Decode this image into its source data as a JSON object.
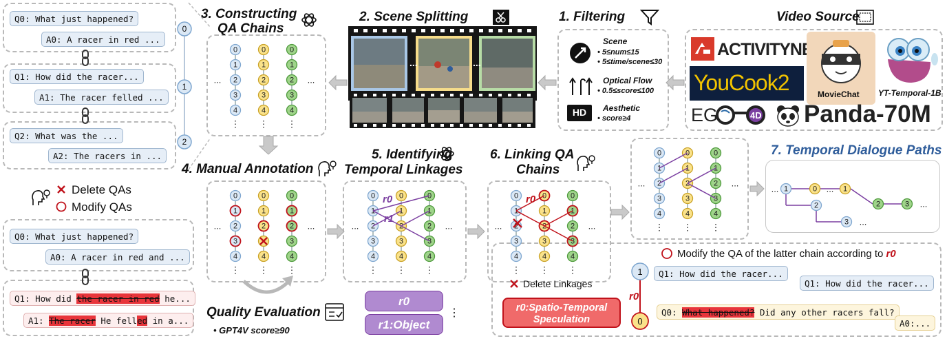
{
  "panels": {
    "video_source": {
      "title": "Video Source"
    },
    "filtering": {
      "title": "1. Filtering",
      "criteria": [
        {
          "name": "Scene",
          "rules": [
            "5≤num≤15",
            "5≤time/scene≤30"
          ]
        },
        {
          "name": "Optical Flow",
          "rules": [
            "0.5≤score≤100"
          ]
        },
        {
          "name": "Aesthetic",
          "rules": [
            "score≥4"
          ]
        }
      ],
      "hd_label": "HD"
    },
    "scene_splitting": {
      "title": "2. Scene Splitting"
    },
    "constructing": {
      "title_line1": "3. Constructing",
      "title_line2": "QA Chains"
    },
    "manual": {
      "title": "4. Manual Annotation"
    },
    "quality": {
      "title": "Quality Evaluation",
      "rule": "GPT4V score≥90"
    },
    "identifying": {
      "title_line1": "5. Identifying",
      "title_line2": "Temporal Linkages"
    },
    "linking": {
      "title_line1": "6. Linking QA",
      "title_line2": "Chains",
      "delete_linkages": "Delete Linkages"
    },
    "temporal_paths": {
      "title": "7. Temporal Dialogue Paths"
    }
  },
  "logos": {
    "activitynet": "ACTIVITYNET",
    "youcook": "YouCook2",
    "moviechat": "MovieChat",
    "yt_temporal": "YT-Temporal-1B",
    "ego4d_ego": "EG",
    "ego4d_4d": "4D",
    "panda": "Panda-70M"
  },
  "qa_chain_left": [
    {
      "q": "Q0: What just happened?",
      "a": "A0: A racer in red ..."
    },
    {
      "q": "Q1: How did the racer...",
      "a": "A1: The racer felled ..."
    },
    {
      "q": "Q2: What was the ...",
      "a": "A2: The racers in ..."
    }
  ],
  "left_nodes": [
    "0",
    "1",
    "2"
  ],
  "legend": {
    "delete": "Delete QAs",
    "modify": "Modify QAs"
  },
  "annotated": {
    "q0": "Q0: What just happened?",
    "a0": "A0: A racer in red and ...",
    "q1_pre": "Q1: How did ",
    "q1_hl": "the racer in red",
    "q1_post": " he...",
    "a1_pre": "A1: ",
    "a1_hl1": "The racer",
    "a1_mid": " He fell",
    "a1_hl2": "ed",
    "a1_post": " in a..."
  },
  "relations": {
    "r0": "r0",
    "r1": "r1:Object",
    "r0_spatio": "r0:Spatio-Temporal Speculation",
    "r1_label": "r1"
  },
  "relation_labels": {
    "r0": "r0",
    "r1": "r1"
  },
  "modify_panel": {
    "note_prefix": "Modify the QA of the latter chain according to ",
    "note_ref": "r0",
    "node_top": "1",
    "node_bottom": "0",
    "q1_a": "Q1: How did the racer...",
    "q1_b": "Q1: How did the racer...",
    "q0_hl": "What happened?",
    "q0_pre": "Q0: ",
    "q0_post": " Did any other racers fall?",
    "a0": "A0:..."
  },
  "dots": {
    "h": "...",
    "v": "⋮"
  },
  "colors": {
    "blue": "#dbe8f5",
    "blue_stroke": "#7ea6cf",
    "yellow": "#fae28a",
    "yellow_stroke": "#c9a227",
    "green": "#9fd48a",
    "green_stroke": "#4e9a3c",
    "purple": "#7b3fa1",
    "red": "#c0121b",
    "tag_purple": "#b08ad0",
    "tag_red": "#f06a6a",
    "title_blue": "#2f5d9b"
  }
}
